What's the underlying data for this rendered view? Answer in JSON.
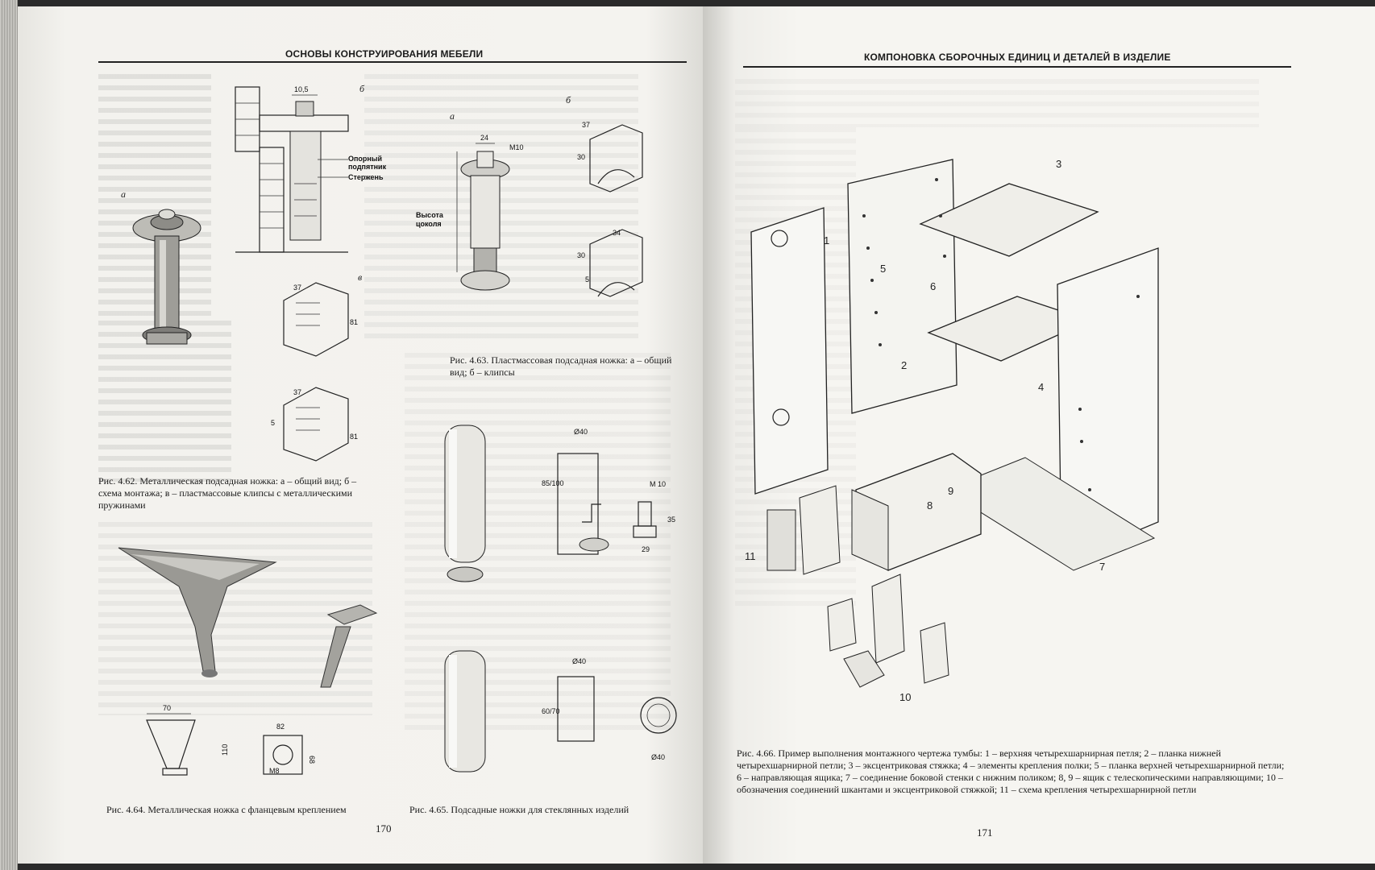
{
  "left_page": {
    "header": "ОСНОВЫ КОНСТРУИРОВАНИЯ МЕБЕЛИ",
    "page_number": "170",
    "fig_4_62": {
      "caption": "Рис. 4.62. Металлическая подсадная ножка: а – общий вид; б – схема монтажа; в – пластмассовые клипсы с металлическими пружинами",
      "labels": {
        "a": "а",
        "b": "б",
        "v": "в",
        "dim_105": "10,5",
        "support": "Опорный подпятник",
        "support_1": "Опорный",
        "support_2": "подпятник",
        "rod": "Стержень",
        "d37a": "37",
        "d81a": "81",
        "d37b": "37",
        "d5": "5",
        "d81b": "81"
      }
    },
    "fig_4_63": {
      "caption": "Рис. 4.63. Пластмассовая подсадная ножка: а – общий вид; б – клипсы",
      "labels": {
        "a": "а",
        "b": "б",
        "d24": "24",
        "m10": "M10",
        "height_1": "Высота",
        "height_2": "цоколя",
        "d37": "37",
        "d30a": "30",
        "d34": "34",
        "d30b": "30",
        "d5": "5"
      }
    },
    "fig_4_64": {
      "caption": "Рис. 4.64. Металлическая ножка с фланцевым креплением",
      "labels": {
        "d70": "70",
        "d110": "110",
        "d82": "82",
        "d68": "68",
        "m8": "M8"
      }
    },
    "fig_4_65": {
      "caption": "Рис. 4.65. Подсадные ножки для стеклянных изделий",
      "labels": {
        "d40a": "Ø40",
        "d85_100": "85/100",
        "m10": "M 10",
        "d35": "35",
        "d29": "29",
        "d40b": "Ø40",
        "d60_70": "60/70",
        "d40c": "Ø40"
      }
    }
  },
  "right_page": {
    "header": "КОМПОНОВКА СБОРОЧНЫХ ЕДИНИЦ И ДЕТАЛЕЙ В ИЗДЕЛИЕ",
    "page_number": "171",
    "fig_4_66": {
      "caption": "Рис. 4.66. Пример выполнения монтажного чертежа тумбы: 1 – верхняя четырехшарнирная петля; 2 – планка нижней четырехшарнирной петли; 3 – эксцентриковая стяжка; 4 – элементы крепления полки; 5 – планка верхней четырехшарнирной петли; 6 – направляющая ящика; 7 – соединение боковой стенки с нижним поликом; 8, 9 – ящик с телескопическими направляющими; 10 – обозначения соединений шкантами и эксцентриковой стяжкой; 11 – схема крепления четырехшарнирной петли",
      "callouts": [
        "1",
        "2",
        "3",
        "4",
        "5",
        "6",
        "7",
        "8",
        "9",
        "10",
        "11"
      ]
    }
  }
}
